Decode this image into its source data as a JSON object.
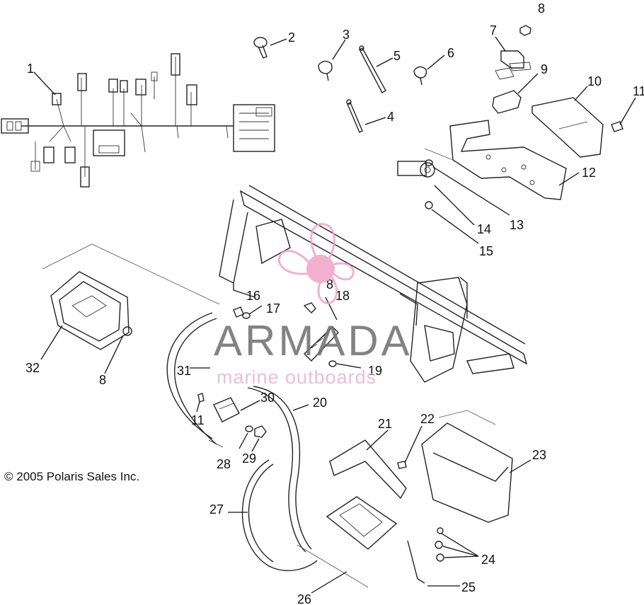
{
  "copyright": "© 2005 Polaris Sales Inc.",
  "watermark": {
    "brand": "ARMADA",
    "tagline": "marine outboards",
    "accent_color": "#f0a3c6",
    "text_color": "#6e6e6e"
  },
  "callouts": {
    "c1": "1",
    "c2": "2",
    "c3": "3",
    "c4": "4",
    "c5": "5",
    "c6": "6",
    "c7": "7",
    "c8a": "8",
    "c9": "9",
    "c10": "10",
    "c11a": "11",
    "c12": "12",
    "c13": "13",
    "c14": "14",
    "c15": "15",
    "c16": "16",
    "c17": "17",
    "c8b": "8",
    "c18": "18",
    "c19": "19",
    "c20": "20",
    "c21": "21",
    "c22": "22",
    "c23": "23",
    "c24": "24",
    "c25": "25",
    "c26": "26",
    "c27": "27",
    "c28": "28",
    "c29": "29",
    "c30": "30",
    "c31": "31",
    "c32": "32",
    "c8c": "8",
    "c11b": "11"
  }
}
